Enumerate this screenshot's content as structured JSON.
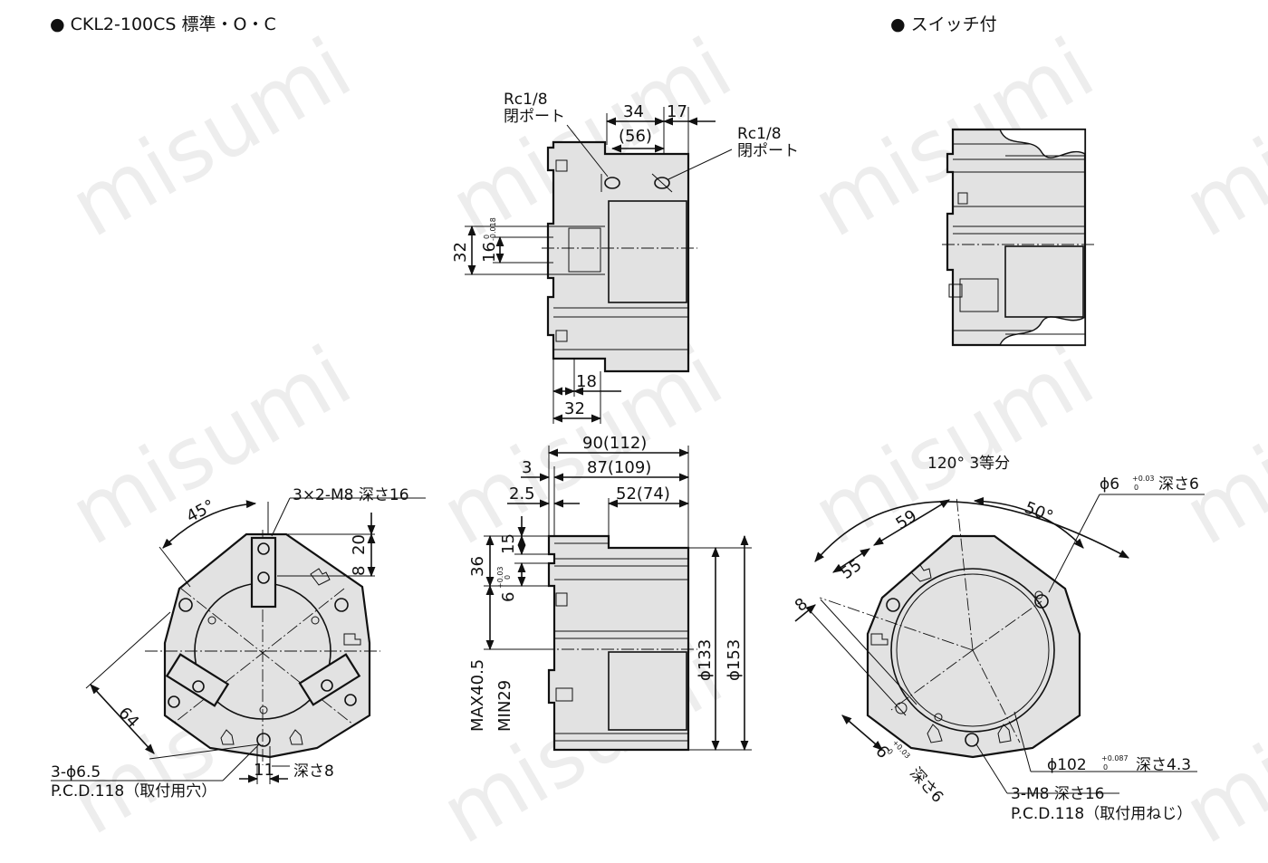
{
  "headers": {
    "left": "● CKL2-100CS 標準・O・C",
    "right": "● スイッチ付"
  },
  "watermark": "misumi",
  "colors": {
    "ink": "#111111",
    "body_fill": "#e2e2e2",
    "watermark": "rgba(0,0,0,0.07)"
  },
  "side_view": {
    "port_left": [
      "Rc1/8",
      "閉ポート"
    ],
    "port_right": [
      "Rc1/8",
      "閉ポート"
    ],
    "dim_34": "34",
    "dim_17": "17",
    "dim_56": "(56)",
    "dim_32": "32",
    "dim_16": "16",
    "tol_16_top": "0",
    "tol_16_bot": "-0.018",
    "dim_18": "18",
    "dim_32_bottom": "32"
  },
  "front_view": {
    "d90": "90(112)",
    "d3": "3",
    "d87": "87(109)",
    "d25": "2.5",
    "d52": "52(74)",
    "d36": "36",
    "d15": "15",
    "d6": "6",
    "d6_tol_top": "+0.03",
    "d6_tol_bot": "0",
    "max": "MAX40.5",
    "min": "MIN29",
    "phi133": "ϕ133",
    "phi153": "ϕ153"
  },
  "left_bottom_view": {
    "angle45": "45°",
    "tap": "3×2-M8 深さ16",
    "d20": "20",
    "d8": "8",
    "d64": "64",
    "d11": "11",
    "depth8": "深さ8",
    "holes": "3-ϕ6.5",
    "pcd": "P.C.D.118（取付用穴）"
  },
  "right_bottom_view": {
    "div": "120°  3等分",
    "phi6": "ϕ6",
    "phi6_tol_top": "+0.03",
    "phi6_tol_bot": "0",
    "phi6_depth": "深さ6",
    "angle50": "50°",
    "d59": "59",
    "d55": "55",
    "d8": "8",
    "d6": "6",
    "d6_tol_top": "+0.03",
    "d6_tol_bot": "0",
    "d6_depth": "深さ6",
    "phi102": "ϕ102",
    "phi102_tol_top": "+0.087",
    "phi102_tol_bot": "0",
    "phi102_depth": "深さ4.3",
    "tap": "3-M8 深さ16",
    "pcd": "P.C.D.118（取付用ねじ）"
  }
}
